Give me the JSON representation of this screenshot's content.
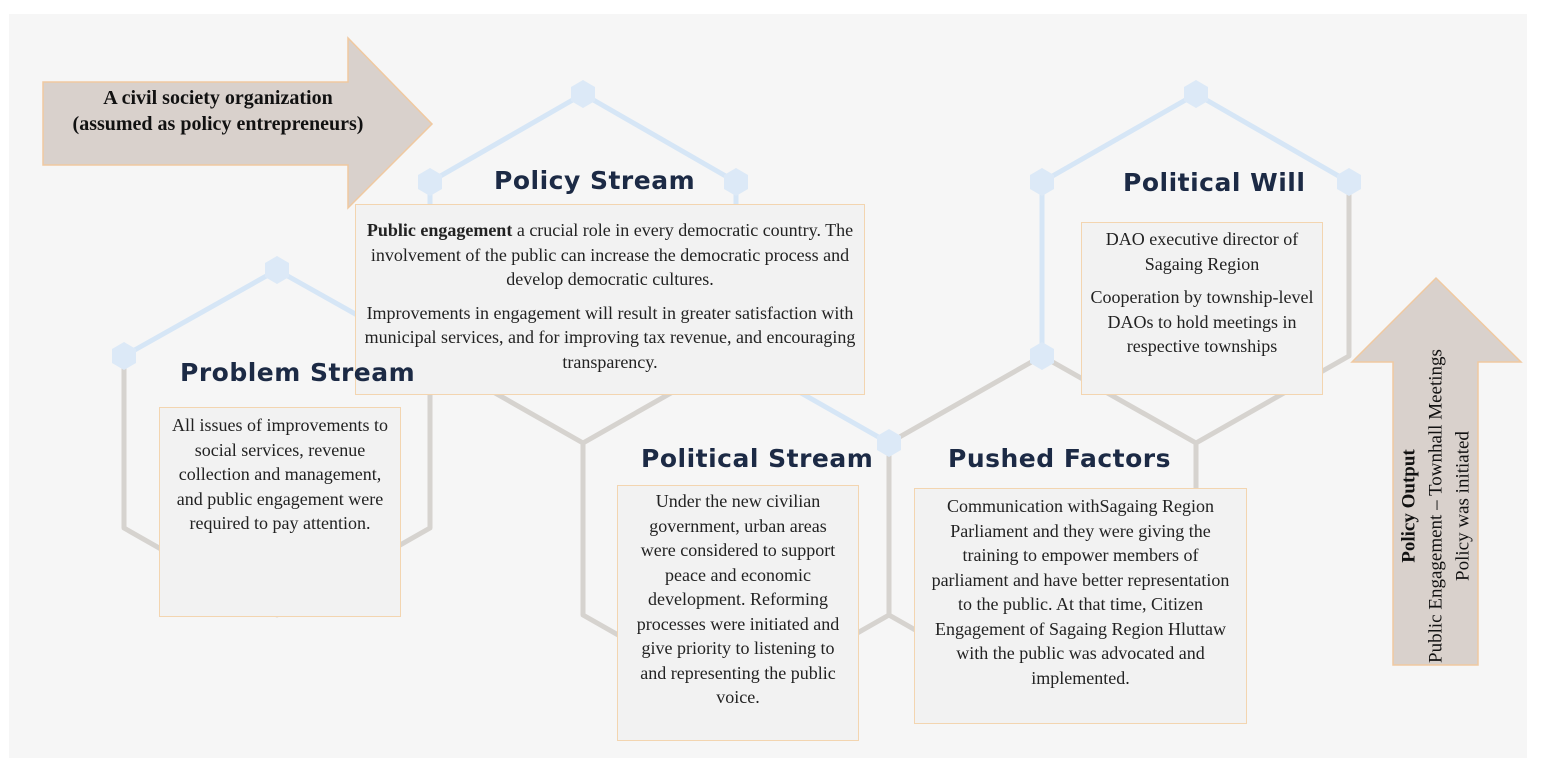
{
  "colors": {
    "background": "#f6f6f6",
    "heading": "#1c2a45",
    "box_fill": "#f2f2f2",
    "box_border": "#f3d5b0",
    "arrow_fill": "#d9d1cc",
    "hex_line_grey": "#d6d3cf",
    "hex_line_blue": "#d6e6f6"
  },
  "entrepreneur_arrow": {
    "text": "A civil society organization (assumed as policy entrepreneurs)"
  },
  "policy_stream": {
    "title": "Policy Stream",
    "bold_lead": "Public engagement",
    "text1": " a crucial role in every democratic country. The involvement of the public can increase the democratic process and develop democratic cultures.",
    "text2": "Improvements in engagement will result in greater satisfaction with municipal services, and for improving tax revenue, and encouraging transparency."
  },
  "problem_stream": {
    "title": "Problem Stream",
    "text": "All issues of improvements to social services, revenue collection and management, and public engagement were required to pay attention."
  },
  "political_stream": {
    "title": "Political Stream",
    "text": "Under the new civilian government, urban areas were considered to support peace and economic development. Reforming processes were initiated and give priority to listening to and representing the public voice."
  },
  "pushed_factors": {
    "title": "Pushed Factors",
    "text": "Communication withSagaing Region Parliament and they were giving the training to empower members of parliament and have better representation to the public. At that time, Citizen Engagement of Sagaing Region Hluttaw with the public was advocated and implemented."
  },
  "political_will": {
    "title": "Political Will",
    "text1": "DAO executive director of Sagaing Region",
    "text2": "Cooperation by township-level DAOs to hold meetings in respective townships"
  },
  "policy_output": {
    "title": "Policy Output",
    "text": "Public Engagement – Townhall Meetings Policy was initiated"
  }
}
